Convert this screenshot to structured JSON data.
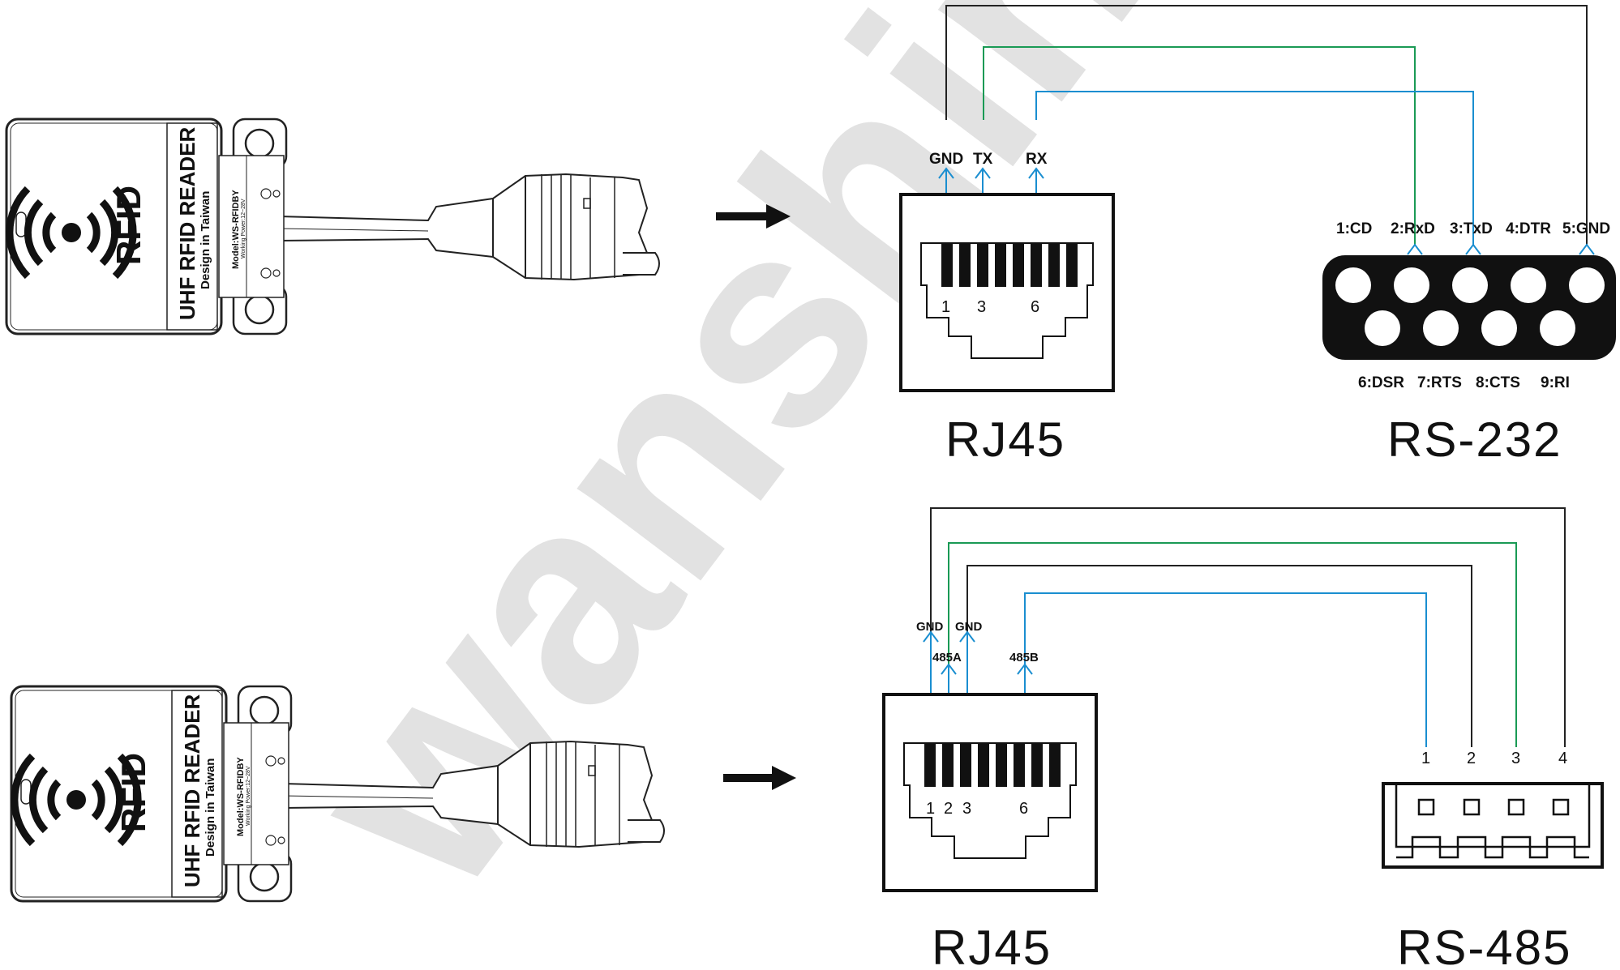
{
  "watermark": "wanshing",
  "device": {
    "rfid_label": "RFID",
    "title": "UHF RFID READER",
    "subtitle": "Design in Taiwan",
    "model": "Model:WS-RFIDBY",
    "power": "Working Power:12~28V"
  },
  "colors": {
    "black": "#111111",
    "green": "#1a9a55",
    "blue": "#1a8ed0"
  },
  "top": {
    "rj45_title": "RJ45",
    "rs232_title": "RS-232",
    "signals": {
      "gnd": "GND",
      "tx": "TX",
      "rx": "RX"
    },
    "rj45_pins": {
      "p1": "1",
      "p3": "3",
      "p6": "6"
    },
    "db9_top": {
      "p1": "1:CD",
      "p2": "2:RxD",
      "p3": "3:TxD",
      "p4": "4:DTR",
      "p5": "5:GND"
    },
    "db9_bottom": {
      "p6": "6:DSR",
      "p7": "7:RTS",
      "p8": "8:CTS",
      "p9": "9:RI"
    }
  },
  "bottom": {
    "rj45_title": "RJ45",
    "rs485_title": "RS-485",
    "signals": {
      "gnd1": "GND",
      "gnd2": "GND",
      "a485": "485A",
      "b485": "485B"
    },
    "rj45_pins": {
      "p1": "1",
      "p2": "2",
      "p3": "3",
      "p6": "6"
    },
    "terminal_pins": {
      "p1": "1",
      "p2": "2",
      "p3": "3",
      "p4": "4"
    }
  }
}
